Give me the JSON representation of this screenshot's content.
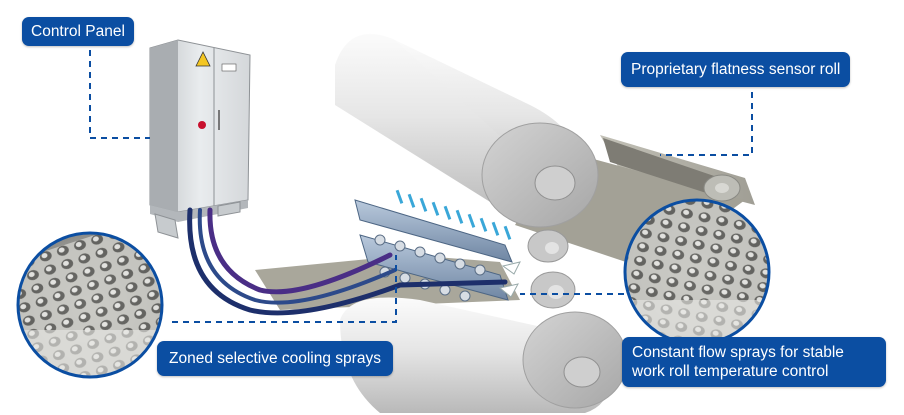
{
  "labels": {
    "control_panel": "Control Panel",
    "flatness_sensor": "Proprietary flatness sensor roll",
    "zoned_sprays": "Zoned selective cooling sprays",
    "constant_flow_line1": "Constant flow sprays for stable",
    "constant_flow_line2": "work roll temperature control"
  },
  "colors": {
    "label_bg": "#0b4ea2",
    "label_text": "#ffffff",
    "leader_line": "#0b4ea2",
    "hose_navy": "#1d2f6b",
    "hose_purple": "#4a2e86",
    "spray_nozzle": "#3aa7d8",
    "strip": "#a9a79b"
  },
  "icons": [
    "warning-sign-icon",
    "cabinet-nameplate-icon",
    "red-switch-icon"
  ]
}
